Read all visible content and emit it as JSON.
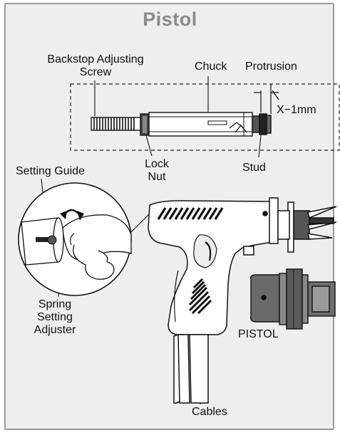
{
  "title": "Pistol",
  "labels": {
    "backstop_line1": "Backstop Adjusting",
    "backstop_line2": "Screw",
    "chuck": "Chuck",
    "protrusion": "Protrusion",
    "protrusion_value": "X−1mm",
    "lock_line1": "Lock",
    "lock_line2": "Nut",
    "stud": "Stud",
    "setting_guide": "Setting Guide",
    "spring_line1": "Spring",
    "spring_line2": "Setting",
    "spring_line3": "Adjuster",
    "pistol": "PISTOL",
    "cables": "Cables"
  }
}
